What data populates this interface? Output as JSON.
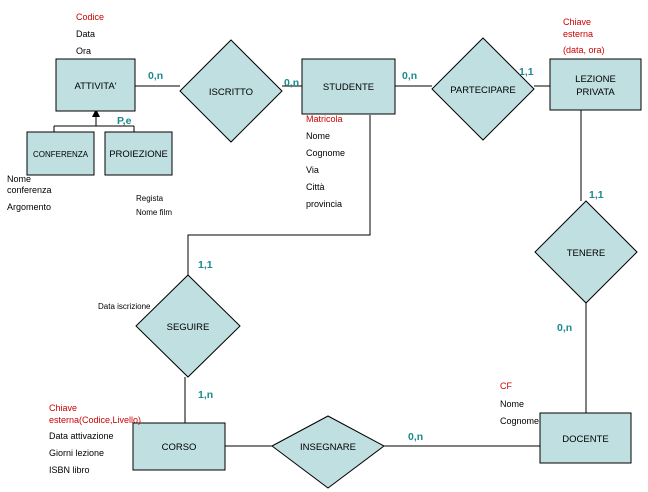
{
  "entities": {
    "attivita": "ATTIVITA'",
    "studente": "STUDENTE",
    "lezione_privata": [
      "LEZIONE",
      "PRIVATA"
    ],
    "conferenza": "CONFERENZA",
    "proiezione": "PROIEZIONE",
    "corso": "CORSO",
    "docente": "DOCENTE"
  },
  "relationships": {
    "iscritto": "ISCRITTO",
    "partecipare": "PARTECIPARE",
    "tenere": "TENERE",
    "seguire": "SEGUIRE",
    "insegnare": "INSEGNARE"
  },
  "attributes": {
    "attivita": {
      "key": "Codice",
      "others": [
        "Data",
        "Ora"
      ]
    },
    "lezione_privata": {
      "key": [
        "Chiave",
        "esterna",
        "(data, ora)"
      ]
    },
    "studente": {
      "key": "Matricola",
      "others": [
        "Nome",
        "Cognome",
        "Via",
        "Città",
        "provincia"
      ]
    },
    "conferenza": [
      "Nome",
      "conferenza",
      "Argomento"
    ],
    "proiezione": [
      "Regista",
      "Nome film"
    ],
    "seguire": "Data iscrizione",
    "corso": {
      "key": [
        "Chiave",
        "esterna(Codice,Livello)"
      ],
      "others": [
        "Data attivazione",
        "Giorni lezione",
        "ISBN libro"
      ]
    },
    "docente": {
      "key": "CF",
      "others": [
        "Nome",
        "Cognome"
      ]
    }
  },
  "cardinalities": {
    "attivita_iscritto": "0,n",
    "studente_iscritto": "0,n",
    "studente_partecipare": "0,n",
    "lezione_partecipare": "1,1",
    "lezione_tenere": "1,1",
    "docente_tenere": "0,n",
    "studente_seguire": "1,1",
    "corso_seguire": "1,n",
    "docente_insegnare": "0,n"
  },
  "generalization": "P,e"
}
